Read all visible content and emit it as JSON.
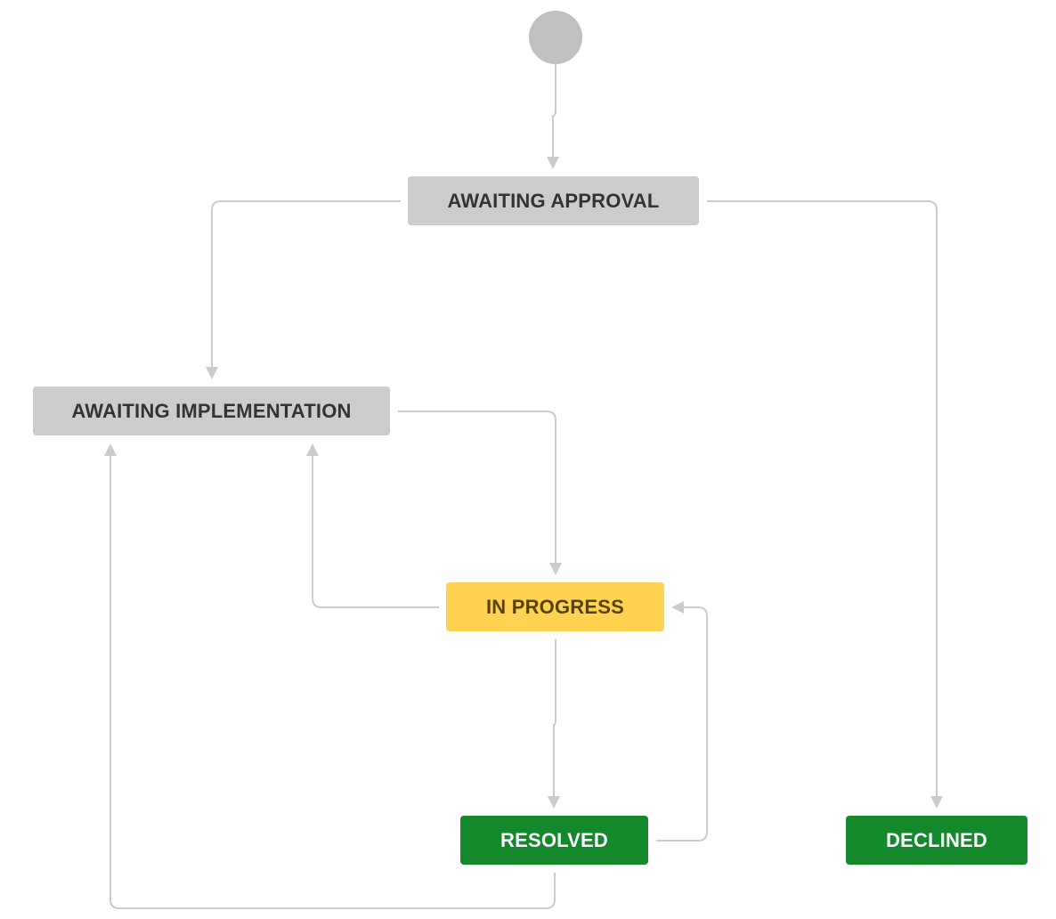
{
  "colors": {
    "connector": "#cccccc",
    "start_node": "#c1c1c1",
    "status_grey_bg": "#cccccc",
    "status_grey_text": "#333333",
    "status_yellow_bg": "#ffd351",
    "status_yellow_text": "#594300",
    "status_green_bg": "#14892c",
    "status_green_text": "#ffffff"
  },
  "start_node": {
    "icon": "start-circle"
  },
  "statuses": {
    "awaiting_approval": {
      "label": "AWAITING APPROVAL",
      "category": "grey"
    },
    "awaiting_implementation": {
      "label": "AWAITING IMPLEMENTATION",
      "category": "grey"
    },
    "in_progress": {
      "label": "IN PROGRESS",
      "category": "yellow"
    },
    "resolved": {
      "label": "RESOLVED",
      "category": "green"
    },
    "declined": {
      "label": "DECLINED",
      "category": "green"
    }
  },
  "transitions": [
    {
      "from": "start",
      "to": "awaiting_approval"
    },
    {
      "from": "awaiting_approval",
      "to": "awaiting_implementation"
    },
    {
      "from": "awaiting_approval",
      "to": "declined"
    },
    {
      "from": "awaiting_implementation",
      "to": "in_progress"
    },
    {
      "from": "in_progress",
      "to": "awaiting_implementation"
    },
    {
      "from": "in_progress",
      "to": "resolved"
    },
    {
      "from": "resolved",
      "to": "in_progress"
    },
    {
      "from": "resolved",
      "to": "awaiting_implementation"
    }
  ]
}
